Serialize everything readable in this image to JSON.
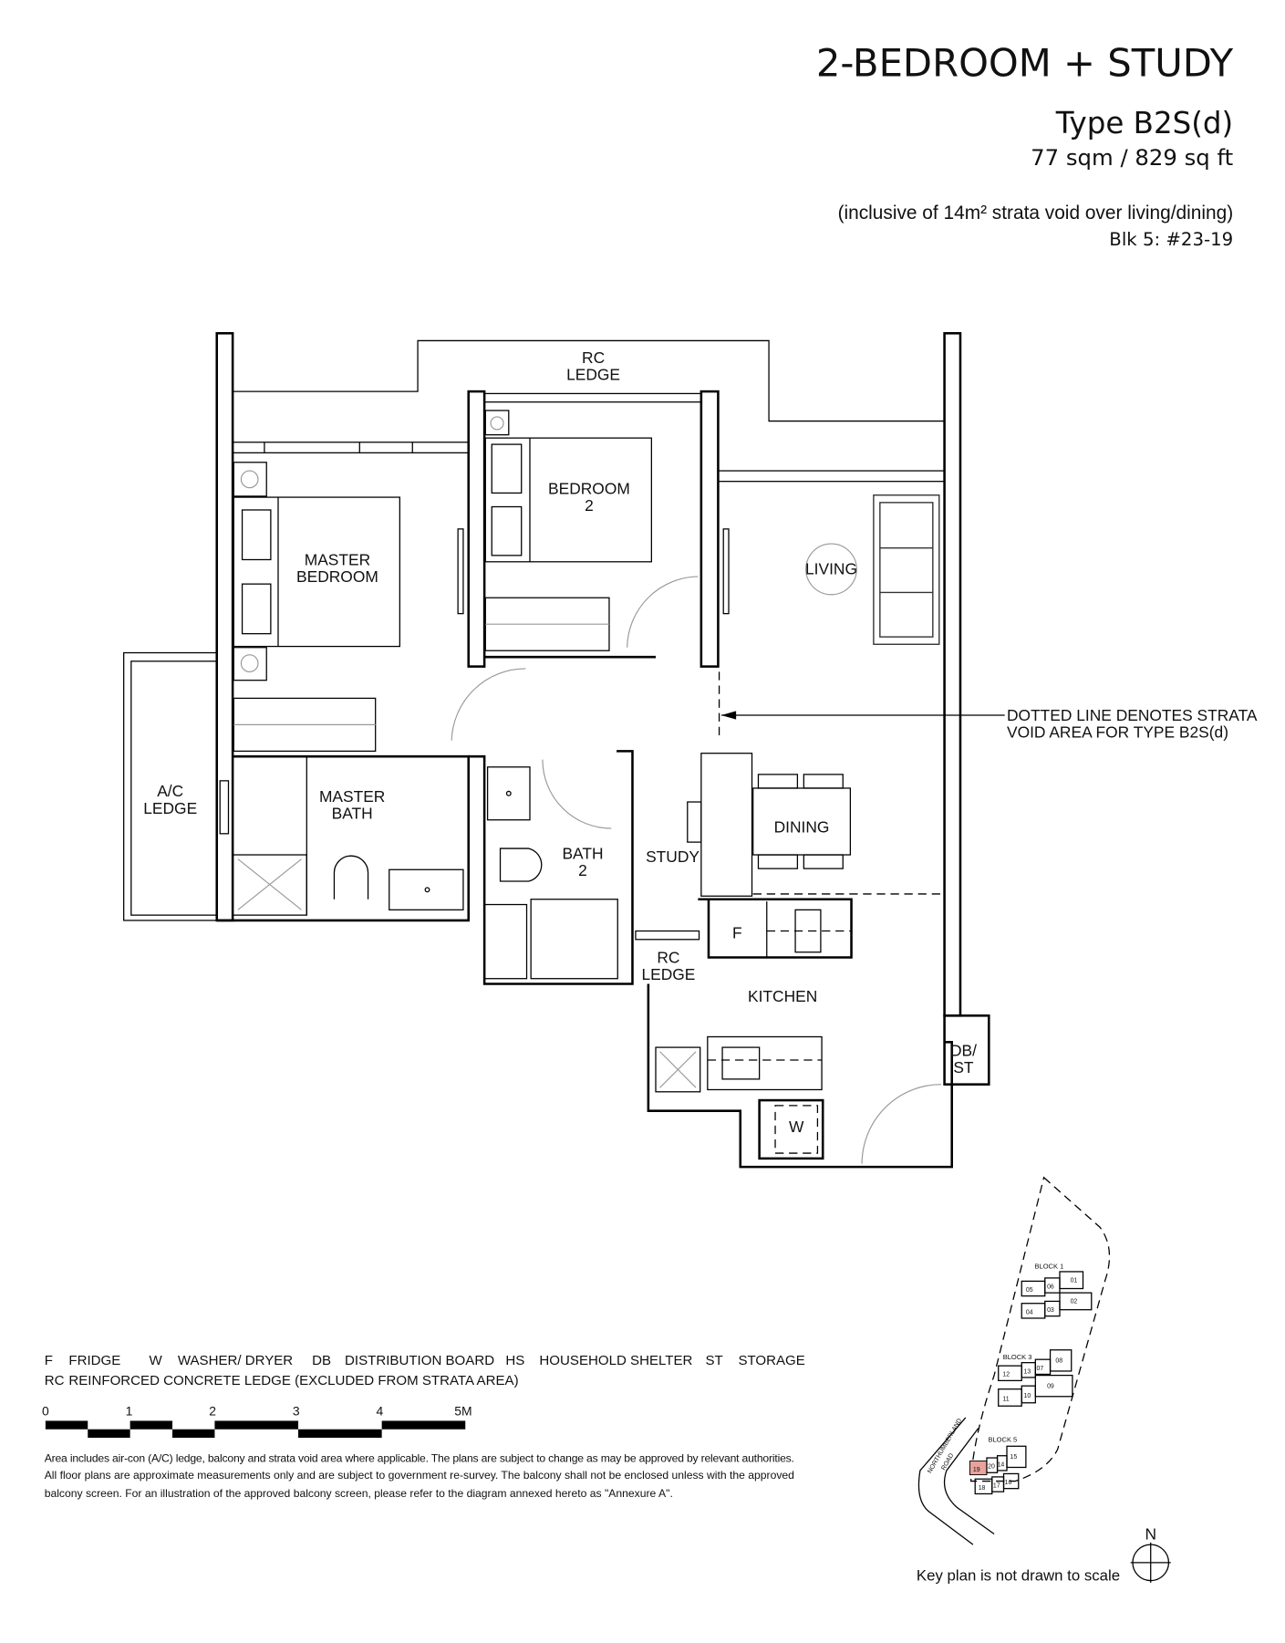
{
  "header": {
    "title": "2-BEDROOM + STUDY",
    "unit_type": "Type B2S(d)",
    "area": "77 sqm / 829 sq ft",
    "area_note": "(inclusive of 14m² strata void over living/dining)",
    "unit_number": "Blk 5: #23-19"
  },
  "rooms": {
    "rc_ledge_top_1": "RC",
    "rc_ledge_top_2": "LEDGE",
    "master_bedroom_1": "MASTER",
    "master_bedroom_2": "BEDROOM",
    "bedroom2_1": "BEDROOM",
    "bedroom2_2": "2",
    "living": "LIVING",
    "ac_ledge_1": "A/C",
    "ac_ledge_2": "LEDGE",
    "master_bath_1": "MASTER",
    "master_bath_2": "BATH",
    "bath2_1": "BATH",
    "bath2_2": "2",
    "study": "STUDY",
    "dining": "DINING",
    "fridge": "F",
    "rc_ledge_mid_1": "RC",
    "rc_ledge_mid_2": "LEDGE",
    "kitchen": "KITCHEN",
    "db_st_1": "DB/",
    "db_st_2": "ST",
    "washer": "W"
  },
  "annotation": {
    "line1": "DOTTED LINE DENOTES STRATA",
    "line2": "VOID AREA FOR TYPE B2S(d)"
  },
  "legend": {
    "items": [
      {
        "code": "F",
        "label": "FRIDGE"
      },
      {
        "code": "W",
        "label": "WASHER/ DRYER"
      },
      {
        "code": "DB",
        "label": "DISTRIBUTION BOARD"
      },
      {
        "code": "HS",
        "label": "HOUSEHOLD SHELTER"
      },
      {
        "code": "ST",
        "label": "STORAGE"
      }
    ],
    "rc": {
      "code": "RC",
      "label": "REINFORCED CONCRETE LEDGE (EXCLUDED FROM STRATA AREA)"
    }
  },
  "scale_bar": {
    "ticks": [
      "0",
      "1",
      "2",
      "3",
      "4",
      "5M"
    ]
  },
  "disclaimer": {
    "line1": "Area includes air-con (A/C) ledge, balcony and strata void area where applicable. The plans are subject to change as may be approved by relevant authorities.",
    "line2": "All floor plans are approximate measurements only and are subject to government re-survey. The balcony shall not be enclosed unless with the approved",
    "line3": "balcony screen. For an illustration of the approved balcony screen, please refer to the diagram annexed hereto as \"Annexure A\"."
  },
  "key_plan": {
    "block1": "BLOCK 1",
    "block3": "BLOCK 3",
    "block5": "BLOCK 5",
    "road_1": "NORTHUMBERLAND",
    "road_2": "ROAD",
    "units": [
      "01",
      "02",
      "03",
      "04",
      "05",
      "06",
      "07",
      "08",
      "09",
      "10",
      "11",
      "12",
      "13",
      "14",
      "15",
      "16",
      "17",
      "18",
      "19",
      "20"
    ],
    "highlight_unit": "19",
    "highlight_color": "#e8a39a",
    "north": "N",
    "note": "Key plan is not drawn to scale"
  }
}
